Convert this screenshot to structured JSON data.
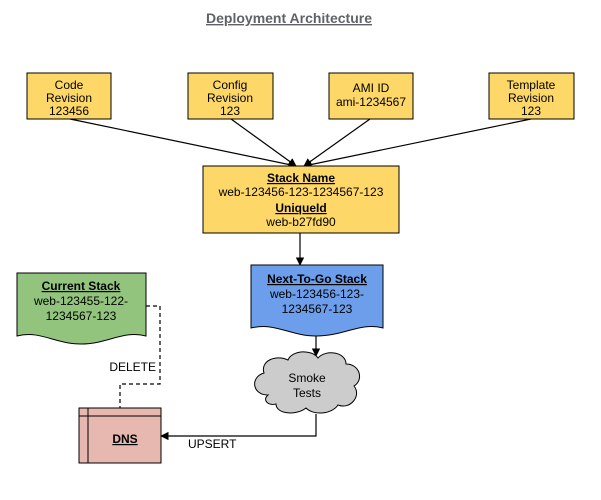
{
  "title": "Deployment Architecture",
  "inputs": {
    "code_revision": [
      "Code",
      "Revision",
      "123456"
    ],
    "config_revision": [
      "Config",
      "Revision",
      "123"
    ],
    "ami_id": [
      "AMI ID",
      "ami-1234567"
    ],
    "template_revision": [
      "Template",
      "Revision",
      "123"
    ]
  },
  "stack": {
    "name_header": "Stack Name",
    "name_value": "web-123456-123-1234567-123",
    "unique_header": "UniqueId",
    "unique_value": "web-b27fd90"
  },
  "next_to_go": {
    "header": "Next-To-Go Stack",
    "lines": [
      "web-123456-123-",
      "1234567-123"
    ]
  },
  "current_stack": {
    "header": "Current Stack",
    "lines": [
      "web-123455-122-",
      "1234567-123"
    ]
  },
  "smoke_tests": [
    "Smoke",
    "Tests"
  ],
  "dns": {
    "label": "DNS"
  },
  "edge_labels": {
    "delete": "DELETE",
    "upsert": "UPSERT"
  },
  "colors": {
    "yellow_fill": "#fdd868",
    "green_fill": "#93c47d",
    "blue_fill": "#6d9eeb",
    "cloud_fill": "#cccccc",
    "dns_fill": "#e6b8af"
  }
}
